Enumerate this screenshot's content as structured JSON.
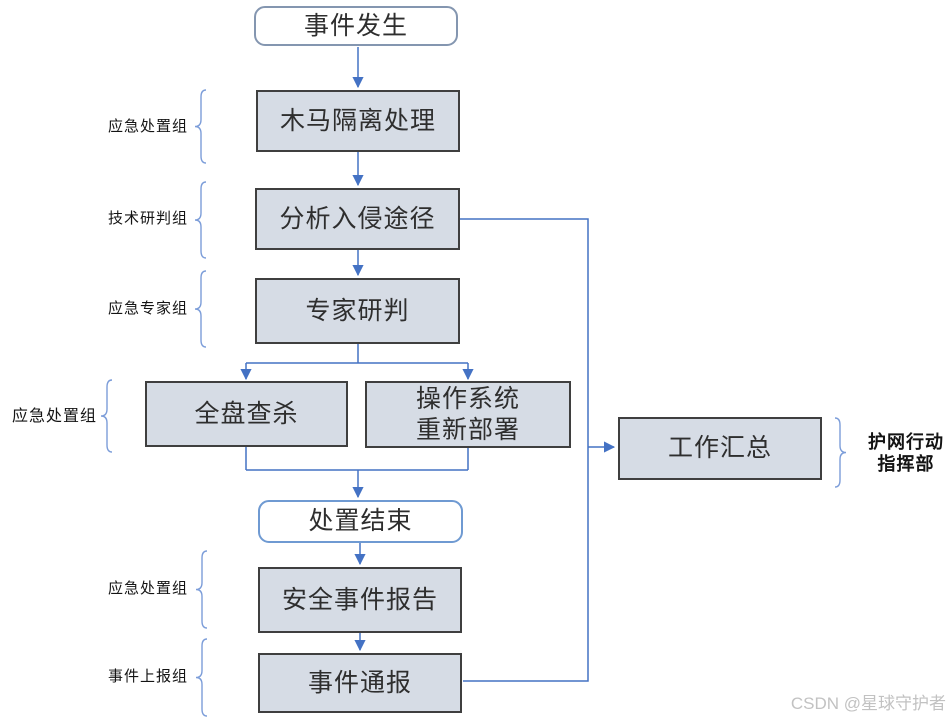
{
  "flowchart": {
    "nodes": {
      "event_start": "事件发生",
      "trojan_isolation": "木马隔离处理",
      "analyze_intrusion": "分析入侵途径",
      "expert_judgment": "专家研判",
      "full_disk_scan": "全盘查杀",
      "os_redeploy_line1": "操作系统",
      "os_redeploy_line2": "重新部署",
      "disposal_end": "处置结束",
      "security_incident_report": "安全事件报告",
      "incident_notification": "事件通报",
      "work_summary": "工作汇总"
    },
    "group_labels": {
      "row1": "应急处置组",
      "row2": "技术研判组",
      "row3": "应急专家组",
      "row4": "应急处置组",
      "row5": "应急处置组",
      "row6": "事件上报组"
    },
    "right_label": {
      "line1": "护网行动",
      "line2": "指挥部"
    },
    "colors": {
      "connector": "#4472C4",
      "brace": "#7C9DD9",
      "process_fill": "#D6DCE5",
      "process_border": "#3F3F3F",
      "terminator_start_border": "#8496B0",
      "terminator_end_border": "#6F9AD2"
    }
  },
  "watermark": "CSDN @星球守护者"
}
